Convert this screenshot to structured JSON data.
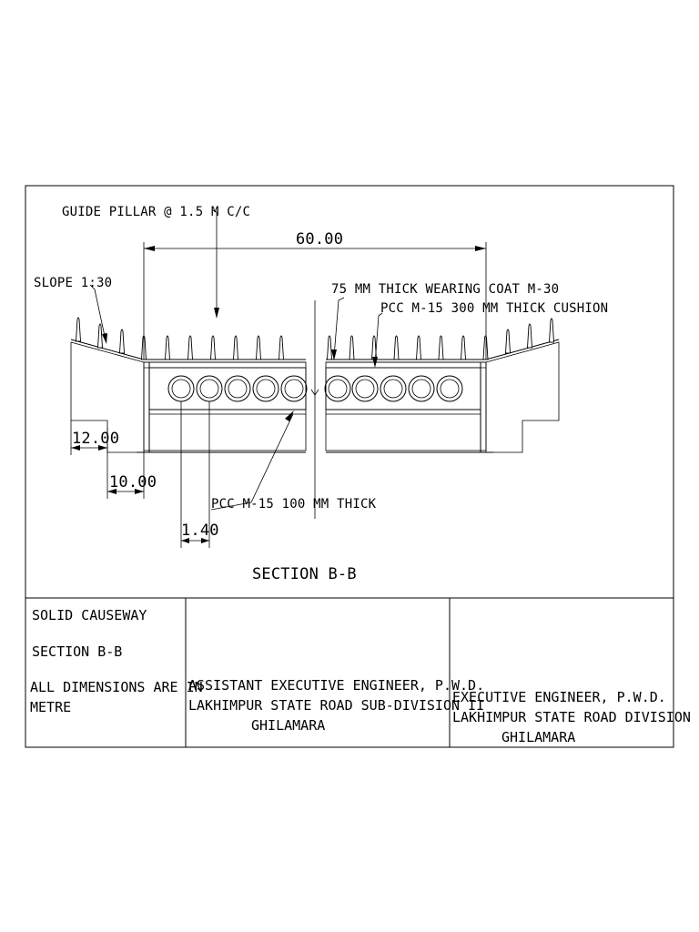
{
  "drawing": {
    "labels": {
      "guide_pillar": "GUIDE PILLAR @ 1.5 M C/C",
      "overall_dim": "60.00",
      "slope": "SLOPE 1:30",
      "wearing_coat": "75 MM THICK WEARING COAT M-30",
      "cushion": "PCC M-15 300 MM THICK CUSHION",
      "dim_left_outer": "12.00",
      "dim_left_inner": "10.00",
      "pcc_100": "PCC M-15 100 MM THICK",
      "dim_pipe": "1.40",
      "section_title": "SECTION B-B"
    }
  },
  "title_block": {
    "left": {
      "line1": "SOLID CAUSEWAY",
      "line2": "SECTION B-B",
      "line3": "ALL DIMENSIONS ARE IN",
      "line4": "METRE"
    },
    "middle": {
      "line1": "ASSISTANT EXECUTIVE ENGINEER, P.W.D.",
      "line2": "LAKHIMPUR STATE ROAD SUB-DIVISION II",
      "line3": "GHILAMARA"
    },
    "right": {
      "line1": "EXECUTIVE ENGINEER, P.W.D.",
      "line2": "LAKHIMPUR STATE ROAD DIVISION",
      "line3": "GHILAMARA"
    }
  }
}
